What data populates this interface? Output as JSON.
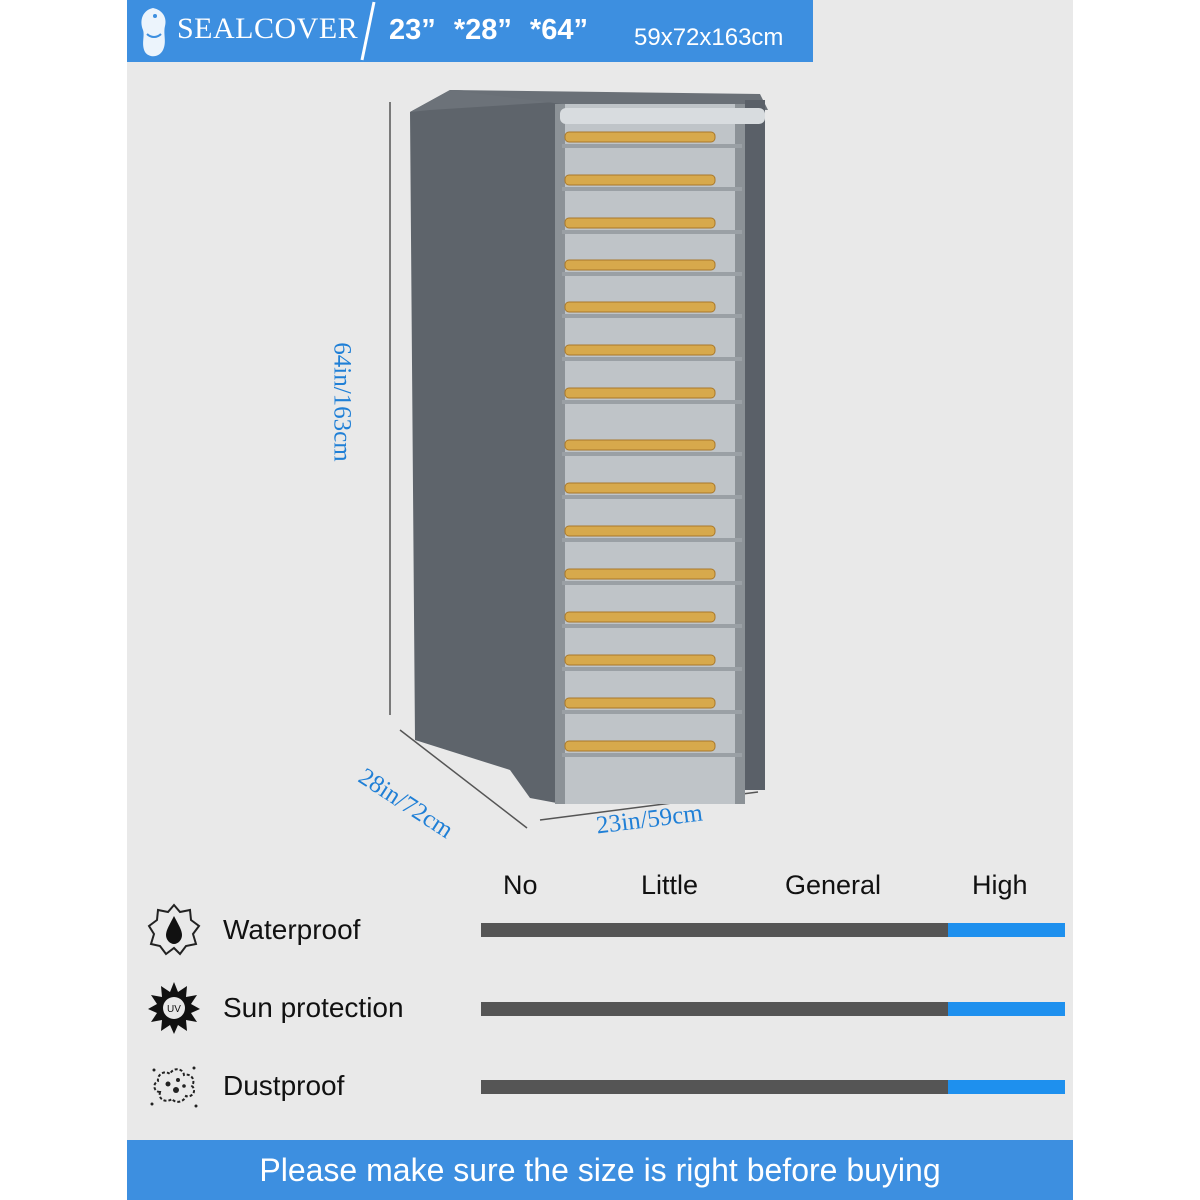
{
  "header": {
    "brand": "SEALCOVER",
    "dimensions_in": "23” *28” *64”",
    "dimensions_cm": "59x72x163cm"
  },
  "measurements": {
    "height": "64in/163cm",
    "depth": "28in/72cm",
    "width": "23in/59cm"
  },
  "scale_levels": [
    "No",
    "Little",
    "General",
    "High"
  ],
  "features": [
    {
      "label": "Waterproof",
      "icon": "water-drop-icon",
      "level": "High",
      "fill_fraction": 0.2
    },
    {
      "label": "Sun protection",
      "icon": "uv-sun-icon",
      "level": "High",
      "fill_fraction": 0.2
    },
    {
      "label": "Dustproof",
      "icon": "dust-icon",
      "level": "High",
      "fill_fraction": 0.2
    }
  ],
  "footer": {
    "text": "Please make sure the size is right before buying"
  },
  "colors": {
    "accent_blue": "#3d8fe0",
    "bar_fill": "#1e90ee",
    "bar_track": "#555555",
    "cover_gray": "#5a6068"
  }
}
